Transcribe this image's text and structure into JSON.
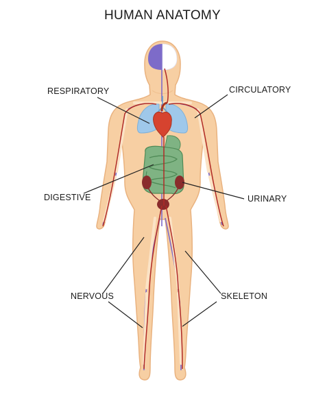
{
  "title": "HUMAN ANATOMY",
  "labels": {
    "respiratory": "RESPIRATORY",
    "circulatory": "CIRCULATORY",
    "digestive": "DIGESTIVE",
    "urinary": "URINARY",
    "nervous": "NERVOUS",
    "skeleton": "SKELETON"
  },
  "colors": {
    "skin": "#f7cfa3",
    "skin_outline": "#e9b27f",
    "lungs": "#9fc8ea",
    "heart": "#d6432f",
    "intestine": "#7fb383",
    "kidneys": "#8a2c2c",
    "artery": "#b02a26",
    "vein": "#7d6bc9",
    "brain_left": "#7d6bc9",
    "brain_right": "#ffffff",
    "leader": "#222222"
  }
}
